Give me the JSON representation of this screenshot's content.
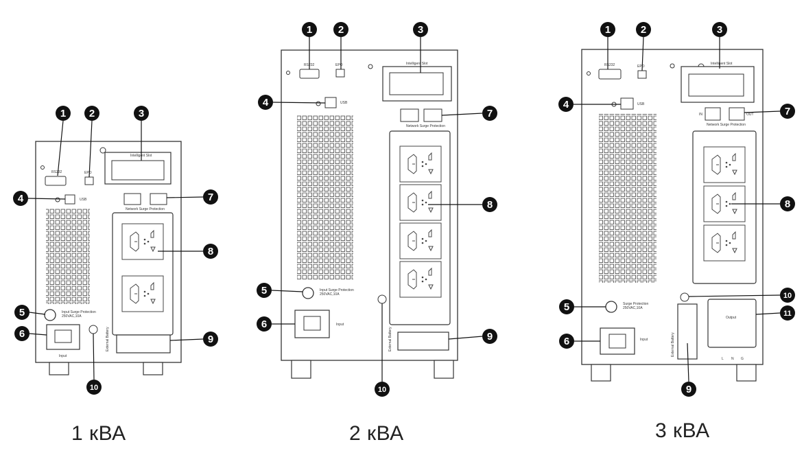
{
  "captions": {
    "unit1": "1 кВА",
    "unit2": "2 кВА",
    "unit3": "3 кВА"
  },
  "callouts": {
    "n1": "1",
    "n2": "2",
    "n3": "3",
    "n4": "4",
    "n5": "5",
    "n6": "6",
    "n7": "7",
    "n8": "8",
    "n9": "9",
    "n10": "10",
    "n11": "11"
  },
  "panel_labels": {
    "rs232": "RS232",
    "epo": "EPO",
    "intelligent_slot": "Intelligent Slot",
    "usb": "USB",
    "in": "IN",
    "out": "OUT",
    "network_surge": "Network Surge Protection",
    "input_surge": "Input Surge Protection",
    "surge_rating": "250VAC,10A",
    "surge_protection": "Surge Protection",
    "input": "Input",
    "external_battery": "External Battery",
    "output": "Output",
    "terminal_l": "L",
    "terminal_n": "N",
    "terminal_g": "G"
  },
  "colors": {
    "outline": "#333333",
    "callout_fill": "#111111",
    "background": "#ffffff"
  }
}
